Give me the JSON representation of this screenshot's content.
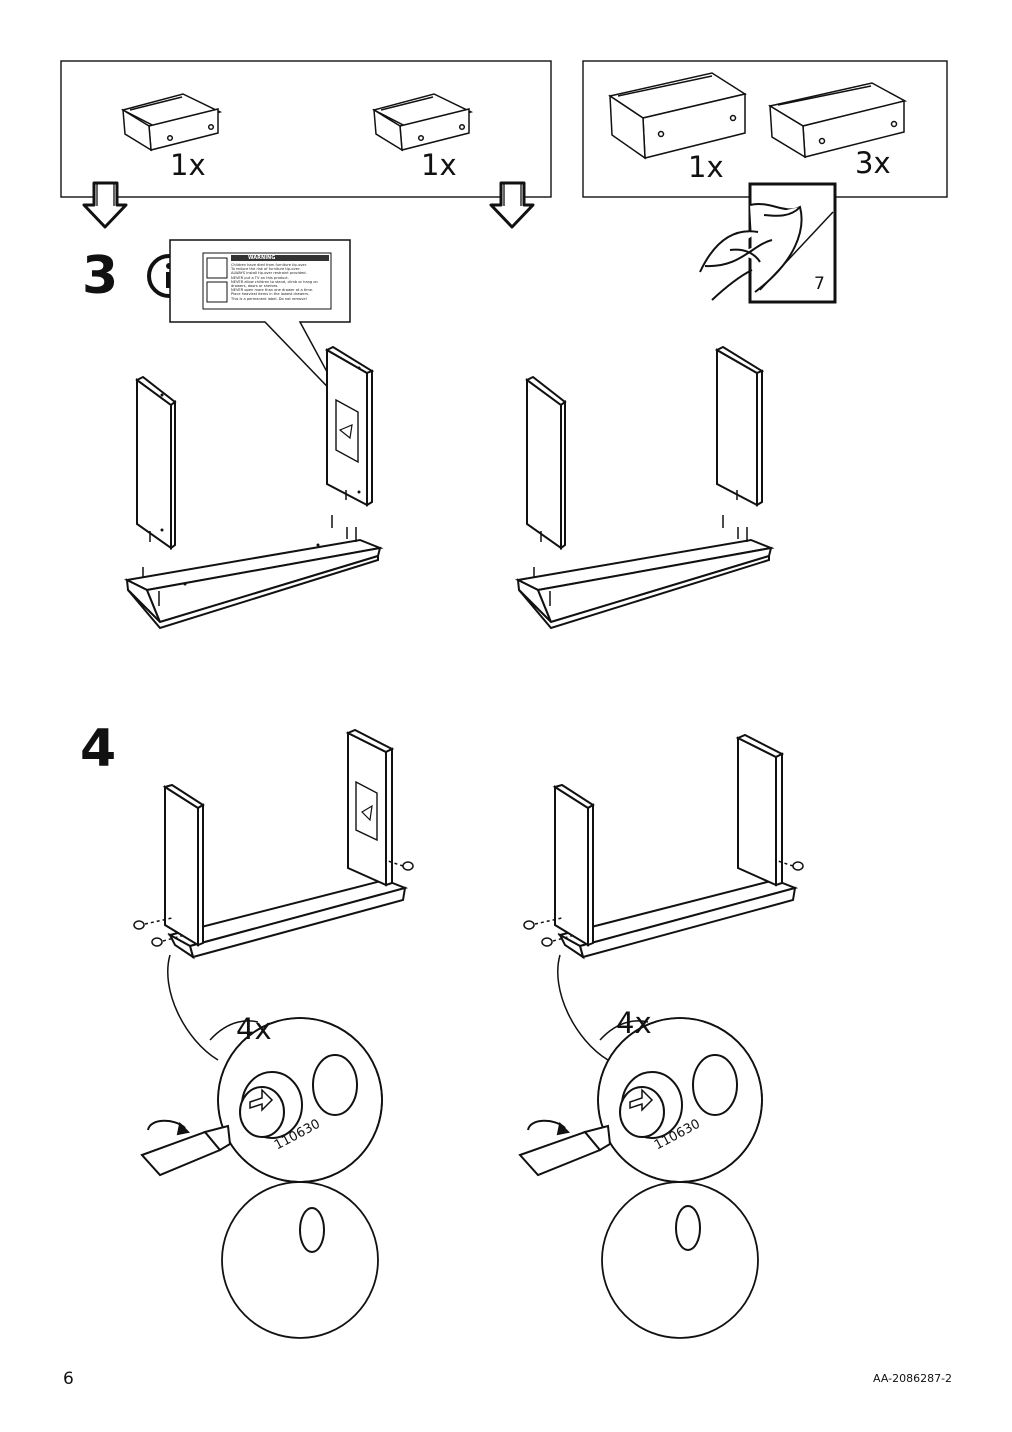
{
  "page_number": "6",
  "document_id": "AA-2086287-2",
  "header": {
    "left_box": {
      "drawer_counts": [
        "1x",
        "1x"
      ]
    },
    "right_box": {
      "drawer_counts": [
        "1x",
        "3x"
      ]
    },
    "sticker_page_ref": "7"
  },
  "steps": [
    {
      "number": "3"
    },
    {
      "number": "4",
      "quantity": [
        "4x",
        "4x"
      ],
      "part_code": [
        "110630",
        "110630"
      ]
    }
  ],
  "warning_label": {
    "title": "WARNING",
    "lines": [
      "Children have died from furniture tip-over.",
      "To reduce the risk of furniture tip-over:",
      "ALWAYS install tip-over restraint provided.",
      "NEVER put a TV on this product.",
      "NEVER allow children to stand, climb or hang on drawers, doors or shelves.",
      "NEVER open more than one drawer at a time.",
      "Place heaviest items in the lowest drawers.",
      "This is a permanent label. Do not remove!"
    ]
  },
  "icons": [
    "info-icon",
    "down-arrow-icon",
    "sticker-peel-icon",
    "screwdriver-icon",
    "cam-lock-icon"
  ]
}
